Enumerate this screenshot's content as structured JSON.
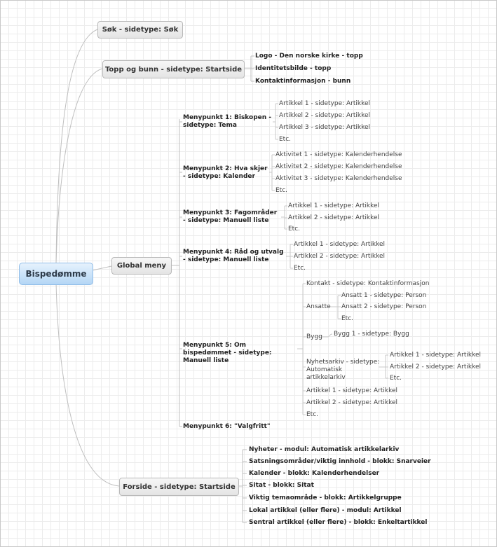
{
  "root": {
    "label": "Bispedømme"
  },
  "search": {
    "label": "Søk - sidetype: Søk"
  },
  "topbottom": {
    "label": "Topp og bunn - sidetype: Startside",
    "items": [
      "Logo - Den norske kirke - topp",
      "Identitetsbilde - topp",
      "Kontaktinformasjon - bunn"
    ]
  },
  "global": {
    "label": "Global meny",
    "menu1": {
      "label": "Menypunkt 1: Biskopen - sidetype: Tema",
      "items": [
        "Artikkel 1 - sidetype: Artikkel",
        "Artikkel 2 - sidetype: Artikkel",
        "Artikkel 3 - sidetype: Artikkel",
        "Etc."
      ]
    },
    "menu2": {
      "label": "Menypunkt 2: Hva skjer - sidetype: Kalender",
      "items": [
        "Aktivitet 1 - sidetype: Kalenderhendelse",
        "Aktivitet 2 - sidetype: Kalenderhendelse",
        "Aktivitet 3 - sidetype: Kalenderhendelse",
        "Etc."
      ]
    },
    "menu3": {
      "label": "Menypunkt 3: Fagområder - sidetype: Manuell liste",
      "items": [
        "Artikkel 1 - sidetype: Artikkel",
        "Artikkel 2 - sidetype: Artikkel",
        "Etc."
      ]
    },
    "menu4": {
      "label": "Menypunkt 4: Råd og utvalg - sidetype: Manuell liste",
      "items": [
        "Artikkel 1 - sidetype: Artikkel",
        "Artikkel 2 - sidetype: Artikkel",
        "Etc."
      ]
    },
    "menu5": {
      "label": "Menypunkt 5: Om bispedømmet - sidetype: Manuell liste",
      "kontakt": "Kontakt - sidetype: Kontaktinformasjon",
      "ansatte": {
        "label": "Ansatte",
        "items": [
          "Ansatt 1 - sidetype: Person",
          "Ansatt 2 - sidetype: Person",
          "Etc."
        ]
      },
      "bygg": {
        "label": "Bygg",
        "items": [
          "Bygg 1 - sidetype: Bygg"
        ]
      },
      "nyhet": {
        "label": "Nyhetsarkiv - sidetype: Automatisk artikkelarkiv",
        "items": [
          "Artikkel 1 - sidetype: Artikkel",
          "Artikkel 2 - sidetype: Artikkel",
          "Etc."
        ]
      },
      "items": [
        "Artikkel 1 - sidetype: Artikkel",
        "Artikkel 2 - sidetype: Artikkel",
        "Etc."
      ]
    },
    "menu6": {
      "label": "Menypunkt 6: \"Valgfritt\""
    }
  },
  "forside": {
    "label": "Forside - sidetype: Startside",
    "items": [
      "Nyheter - modul: Automatisk artikkelarkiv",
      "Satsningsområder/viktig innhold - blokk: Snarveier",
      "Kalender - blokk: Kalenderhendelser",
      "Sitat - blokk: Sitat",
      "Viktig temaområde - blokk: Artikkelgruppe",
      "Lokal artikkel (eller flere) - modul: Artikkel",
      "Sentral artikkel (eller flere) - blokk: Enkeltartikkel"
    ]
  }
}
